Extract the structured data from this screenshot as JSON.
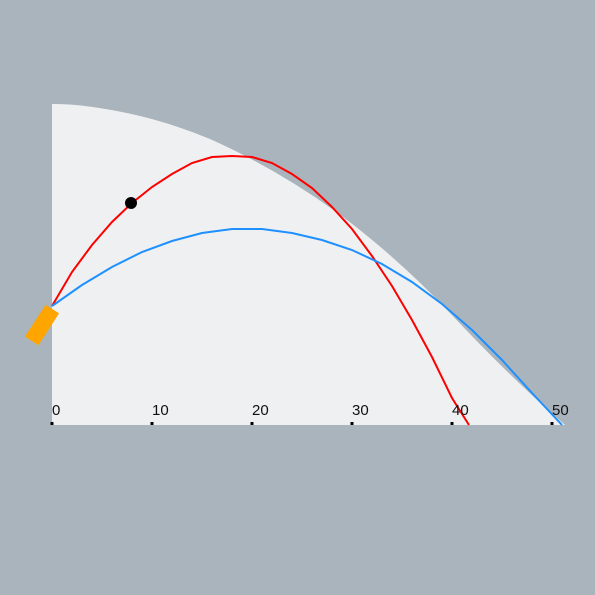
{
  "colors": {
    "background": "#aab4bc",
    "envelope_fill": "#eff0f2",
    "trajectory_high": "#ff0000",
    "trajectory_low": "#1e90ff",
    "cannon": "#ffa500",
    "ball": "#000000",
    "ticks": "#000000"
  },
  "axis": {
    "ticks": [
      {
        "value": 0,
        "label": "0"
      },
      {
        "value": 10,
        "label": "10"
      },
      {
        "value": 20,
        "label": "20"
      },
      {
        "value": 30,
        "label": "30"
      },
      {
        "value": 40,
        "label": "40"
      },
      {
        "value": 50,
        "label": "50"
      }
    ]
  },
  "icons": {
    "cannon": "cannon-icon",
    "ball": "ball-icon"
  }
}
